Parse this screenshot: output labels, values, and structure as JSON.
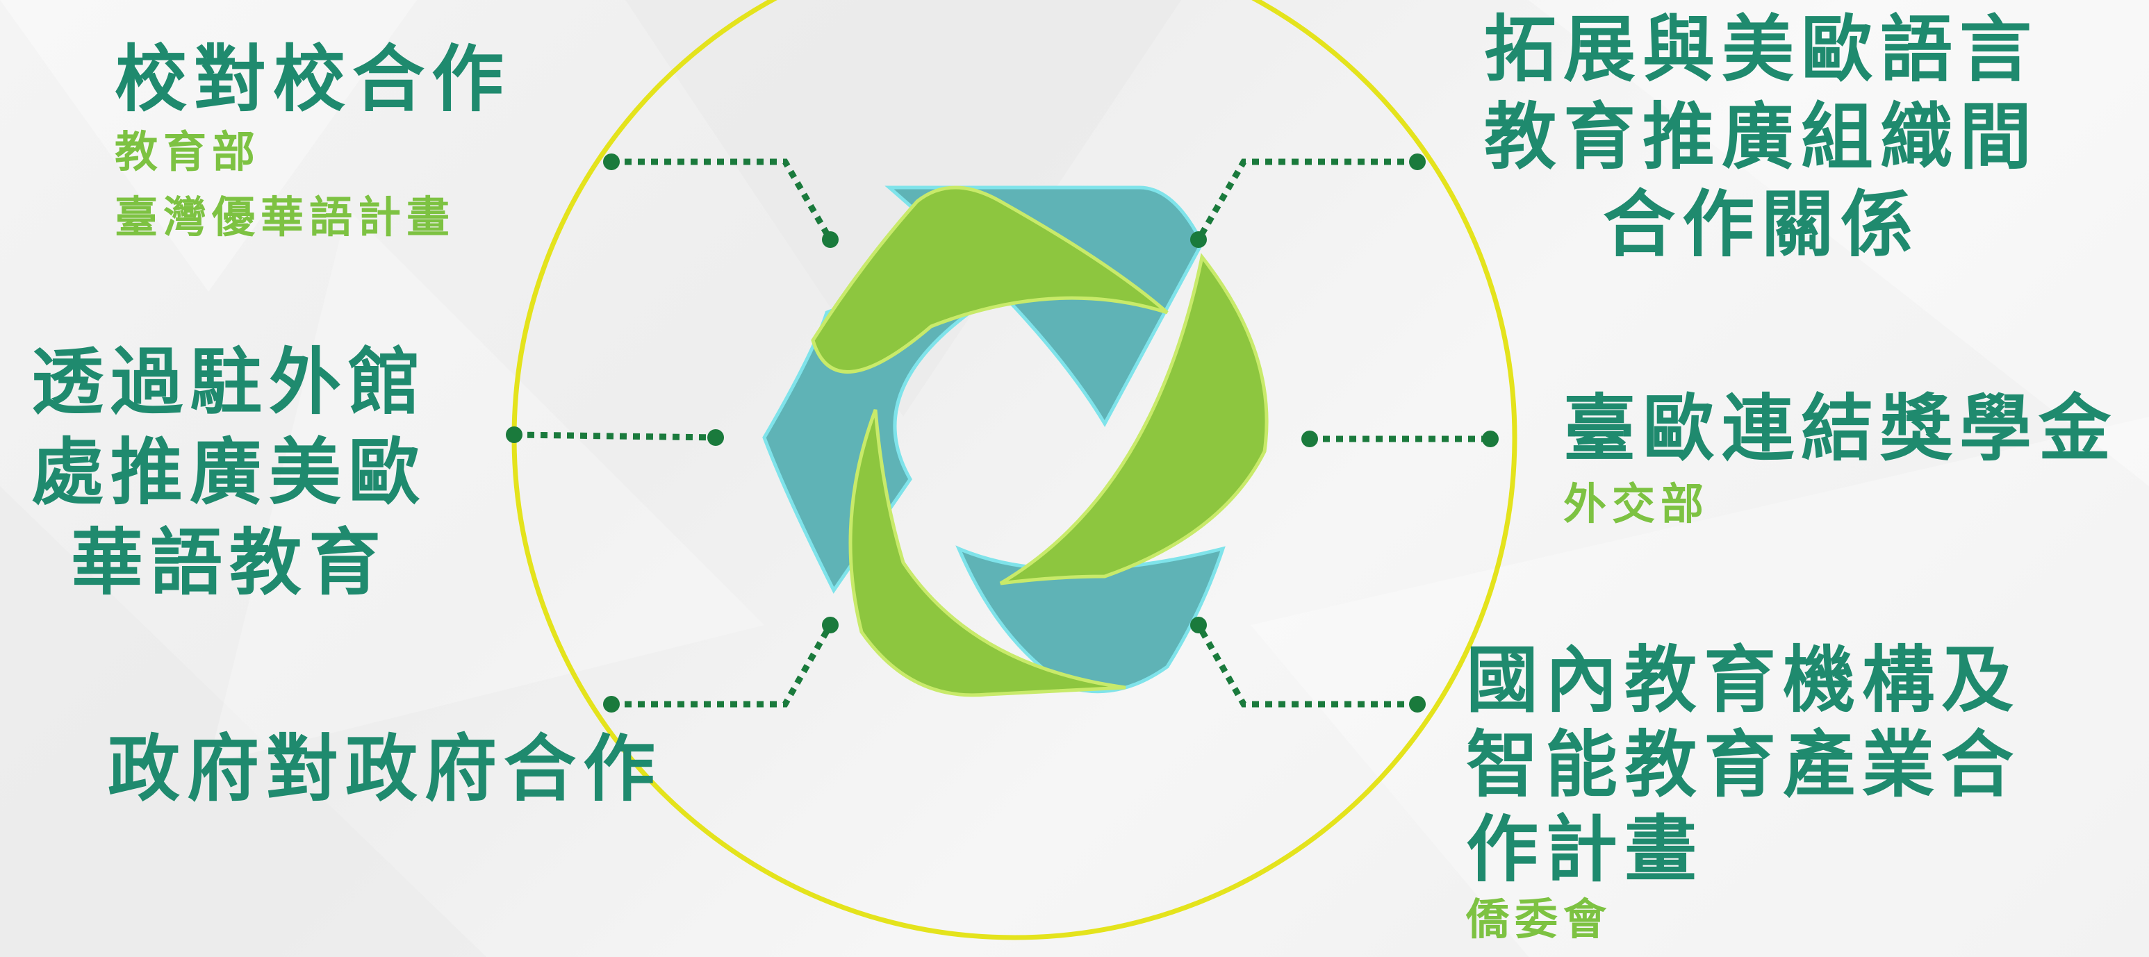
{
  "colors": {
    "primary_text": "#1f8a6e",
    "secondary_text": "#7dc242",
    "ring": "#e4e31c",
    "leader_lines": "#1a7a3c",
    "petal_green": "#8dc63f",
    "petal_teal": "#5fb3b6"
  },
  "items": {
    "top_left": {
      "title": "校對校合作",
      "sub_lines": [
        "教育部",
        "臺灣優華語計畫"
      ]
    },
    "middle_left": {
      "title_lines": [
        "透過駐外館",
        "處推廣美歐",
        "華語教育"
      ]
    },
    "bottom_left": {
      "title": "政府對政府合作"
    },
    "top_right": {
      "title_lines": [
        "拓展與美歐語言",
        "教育推廣組織間",
        "合作關係"
      ]
    },
    "middle_right": {
      "title": "臺歐連結獎學金",
      "sub": "外交部"
    },
    "bottom_right": {
      "title_lines": [
        "國內教育機構及",
        "智能教育產業合",
        "作計畫"
      ],
      "sub": "僑委會"
    }
  }
}
